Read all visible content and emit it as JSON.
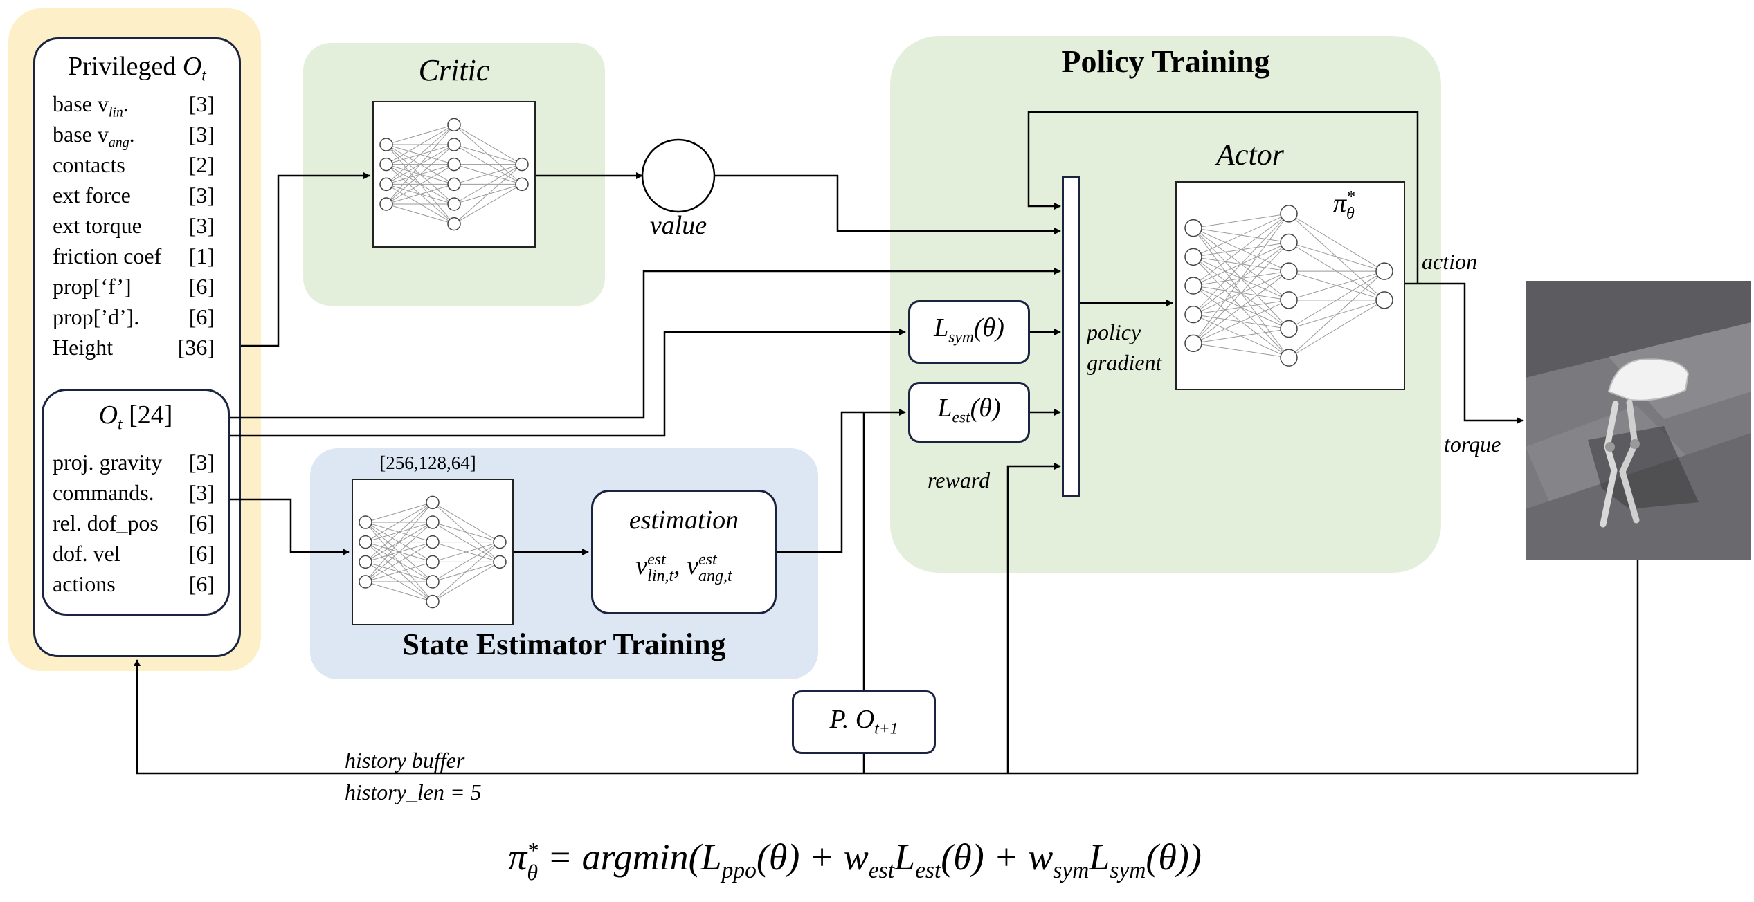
{
  "observations": {
    "privileged_title": "Privileged",
    "privileged_symbol": "O",
    "privileged_sub": "t",
    "privileged_items": [
      {
        "name_main": "base v",
        "name_sub": "lin",
        "name_tail": ".",
        "dim": "[3]"
      },
      {
        "name_main": "base v",
        "name_sub": "ang",
        "name_tail": ".",
        "dim": "[3]"
      },
      {
        "name_main": "contacts",
        "name_sub": "",
        "name_tail": "",
        "dim": "[2]"
      },
      {
        "name_main": "ext force",
        "name_sub": "",
        "name_tail": "",
        "dim": "[3]"
      },
      {
        "name_main": "ext torque",
        "name_sub": "",
        "name_tail": "",
        "dim": "[3]"
      },
      {
        "name_main": "friction coef",
        "name_sub": "",
        "name_tail": "",
        "dim": "[1]"
      },
      {
        "name_main": "prop[‘f’]",
        "name_sub": "",
        "name_tail": "",
        "dim": "[6]"
      },
      {
        "name_main": "prop[’d’].",
        "name_sub": "",
        "name_tail": "",
        "dim": "[6]"
      },
      {
        "name_main": "Height",
        "name_sub": "",
        "name_tail": "",
        "dim": "[36]"
      }
    ],
    "ot_symbol": "O",
    "ot_sub": "t",
    "ot_dim": "[24]",
    "ot_items": [
      {
        "name": "proj. gravity",
        "dim": "[3]"
      },
      {
        "name": "commands.",
        "dim": "[3]"
      },
      {
        "name": "rel. dof_pos",
        "dim": "[6]"
      },
      {
        "name": "dof. vel",
        "dim": "[6]"
      },
      {
        "name": "actions",
        "dim": "[6]"
      }
    ]
  },
  "critic": {
    "title": "Critic",
    "output_label": "value"
  },
  "estimator": {
    "title": "State Estimator Training",
    "layers_label": "[256,128,64]",
    "output_title": "estimation",
    "v1_main": "v",
    "v1_sup": "est",
    "v1_sub": "lin,t",
    "sep": ", ",
    "v2_main": "v",
    "v2_sup": "est",
    "v2_sub": "ang,t"
  },
  "policy": {
    "title": "Policy Training",
    "actor_title": "Actor",
    "pi_main": "π",
    "pi_sup": "*",
    "pi_sub": "θ",
    "lsym_main": "L",
    "lsym_sub": "sym",
    "lsym_arg": "(θ)",
    "lest_main": "L",
    "lest_sub": "est",
    "lest_arg": "(θ)",
    "policy_gradient_line1": "policy",
    "policy_gradient_line2": "gradient",
    "reward_label": "reward",
    "action_label": "action",
    "torque_label": "torque"
  },
  "next_obs": {
    "main": "P. O",
    "sub": "t+1"
  },
  "history": {
    "line1": "history buffer",
    "line2": "history_len = 5"
  },
  "formula": {
    "pi_main": "π",
    "pi_sup": "*",
    "pi_sub": "θ",
    "eq": " = argmin(",
    "l1": "L",
    "l1_sub": "ppo",
    "l1_arg": "(θ) + ",
    "w2": "w",
    "w2_sub": "est",
    "l2": "L",
    "l2_sub": "est",
    "l2_arg": "(θ) + ",
    "w3": "w",
    "w3_sub": "sym",
    "l3": "L",
    "l3_sub": "sym",
    "l3_arg": "(θ))"
  },
  "colors": {
    "obs_panel": "#fdf0c8",
    "critic_panel": "#e4efdb",
    "policy_panel": "#e4efdb",
    "estimator_panel": "#dde7f3",
    "box_border": "#1a2440"
  }
}
